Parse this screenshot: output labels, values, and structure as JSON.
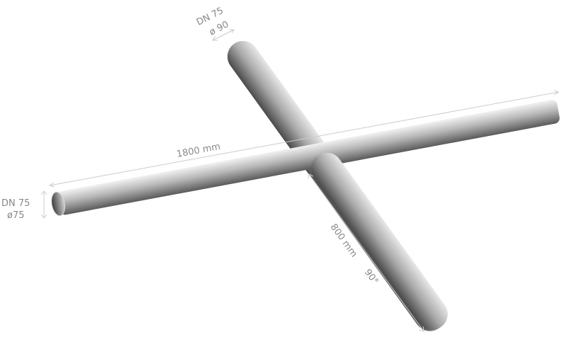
{
  "main_pipe": {
    "length_label": "1800 mm",
    "dn_label": "DN 75",
    "diameter_label": "ø75"
  },
  "branch_pipe": {
    "length_label": "800 mm",
    "angle_label": "90°",
    "dn_label": "DN 75",
    "diameter_label": "ø 90"
  },
  "colors": {
    "pipe_light": "#e6e6e6",
    "pipe_dark": "#4a4a4a",
    "dimension": "#cccccc",
    "text": "#888888"
  }
}
